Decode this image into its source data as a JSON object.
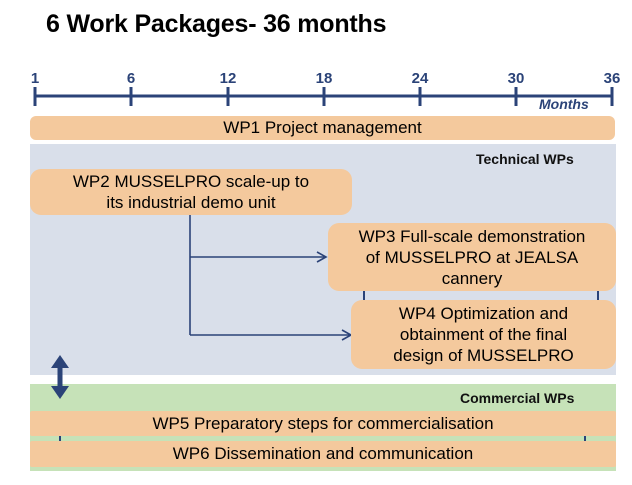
{
  "title": "6 Work Packages- 36 months",
  "timeline": {
    "ticks": [
      "1",
      "6",
      "12",
      "18",
      "24",
      "30",
      "36"
    ],
    "unit_label": "Months",
    "color": "#2b4378"
  },
  "wp1": {
    "label": "WP1 Project management"
  },
  "technical": {
    "label": "Technical WPs",
    "bg": "#d9dfea",
    "wp2": [
      "WP2 MUSSELPRO scale-up to",
      "its industrial demo unit"
    ],
    "wp3": [
      "WP3 Full-scale demonstration",
      "of MUSSELPRO at JEALSA",
      "cannery"
    ],
    "wp4": [
      "WP4 Optimization and",
      "obtainment of the final",
      "design of MUSSELPRO"
    ]
  },
  "commercial": {
    "label": "Commercial WPs",
    "bg": "#c6e2b8",
    "wp5": "WP5 Preparatory steps for commercialisation",
    "wp6": "WP6 Dissemination and communication"
  },
  "colors": {
    "box_fill": "#f4c99d",
    "arrow": "#2b4378"
  }
}
